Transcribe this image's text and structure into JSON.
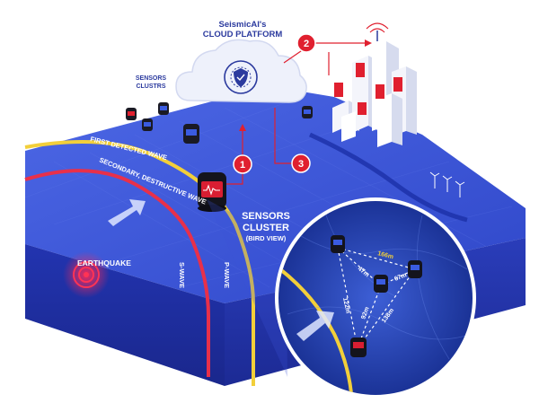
{
  "platform": {
    "name": "SeismicAI's",
    "title": "CLOUD PLATFORM"
  },
  "labels": {
    "sensors_clusters": [
      "SENSORS",
      "CLUSTRS"
    ],
    "first_wave": "FIRST DETECTED WAVE",
    "secondary_wave": "SECONDARY, DESTRUCTIVE WAVE",
    "sensors_cluster": [
      "SENSORS",
      "CLUSTER"
    ],
    "bird_view": "(BIRD VIEW)",
    "earthquake": "EARTHQUAKE",
    "s_wave": "S-WAVE",
    "p_wave": "P-WAVE"
  },
  "steps": [
    "1",
    "2",
    "3"
  ],
  "distances": [
    "166m",
    "47m",
    "67m",
    "122m",
    "92m",
    "138m"
  ],
  "colors": {
    "ground_top": "#3a55d8",
    "ground_side": "#1f2fa3",
    "p_wave": "#f2cf3a",
    "s_wave": "#e8304a",
    "step_badge": "#e0202f",
    "cloud": "#eef1fb",
    "accent": "#2b3a9e"
  }
}
